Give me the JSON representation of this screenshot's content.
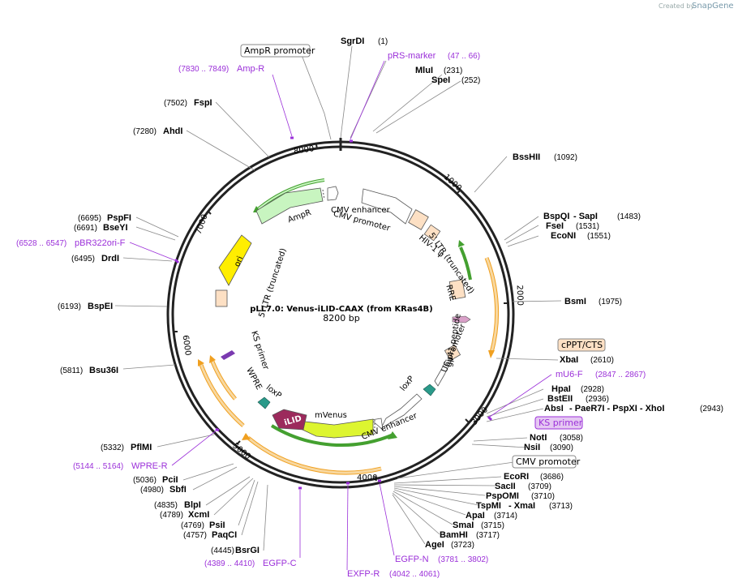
{
  "credit": {
    "prefix": "Created by",
    "brand": "SnapGene"
  },
  "plasmid": {
    "name": "pLL7.0: Venus-iLID-CAAX (from KRas4B)",
    "size": "8200 bp"
  },
  "ring_ticks": [
    "1000",
    "2000",
    "3000",
    "4000",
    "5000",
    "6000",
    "7000",
    "8000"
  ],
  "enzymes": [
    {
      "name": "SgrDI",
      "pos": "(1)"
    },
    {
      "name": "MluI",
      "pos": "(231)"
    },
    {
      "name": "SpeI",
      "pos": "(252)"
    },
    {
      "name": "BssHII",
      "pos": "(1092)"
    },
    {
      "name": "BspQI",
      "name2": " - SapI",
      "pos": "(1483)"
    },
    {
      "name": "FseI",
      "pos": "(1531)"
    },
    {
      "name": "EcoNI",
      "pos": "(1551)"
    },
    {
      "name": "BsmI",
      "pos": "(1975)"
    },
    {
      "name": "XbaI",
      "pos": "(2610)"
    },
    {
      "name": "HpaI",
      "pos": "(2928)"
    },
    {
      "name": "BstEII",
      "pos": "(2936)"
    },
    {
      "name": "AbsI",
      "name2": " - PaeR7I - PspXI - XhoI",
      "pos": "(2943)"
    },
    {
      "name": "NotI",
      "pos": "(3058)"
    },
    {
      "name": "NsiI",
      "pos": "(3090)"
    },
    {
      "name": "EcoRI",
      "pos": "(3686)"
    },
    {
      "name": "SacII",
      "pos": "(3709)"
    },
    {
      "name": "PspOMI",
      "pos": "(3710)"
    },
    {
      "name": "TspMI",
      "name2": " - XmaI",
      "pos": "(3713)"
    },
    {
      "name": "ApaI",
      "pos": "(3714)"
    },
    {
      "name": "SmaI",
      "pos": "(3715)"
    },
    {
      "name": "BamHI",
      "pos": "(3717)"
    },
    {
      "name": "AgeI",
      "pos": "(3723)"
    },
    {
      "name": "BsrGI",
      "pos": "(4445)"
    },
    {
      "name": "PaqCI",
      "pos": "(4757)"
    },
    {
      "name": "PsiI",
      "pos": "(4769)"
    },
    {
      "name": "XcmI",
      "pos": "(4789)"
    },
    {
      "name": "BlpI",
      "pos": "(4835)"
    },
    {
      "name": "SbfI",
      "pos": "(4980)"
    },
    {
      "name": "PciI",
      "pos": "(5036)"
    },
    {
      "name": "PflMI",
      "pos": "(5332)"
    },
    {
      "name": "Bsu36I",
      "pos": "(5811)"
    },
    {
      "name": "BspEI",
      "pos": "(6193)"
    },
    {
      "name": "DrdI",
      "pos": "(6495)"
    },
    {
      "name": "BseYI",
      "pos": "(6691)"
    },
    {
      "name": "PspFI",
      "pos": "(6695)"
    },
    {
      "name": "AhdI",
      "pos": "(7280)"
    },
    {
      "name": "FspI",
      "pos": "(7502)"
    }
  ],
  "primers": [
    {
      "name": "pRS-marker",
      "pos": "(47 .. 66)"
    },
    {
      "name": "Amp-R",
      "pos": "(7830 .. 7849)"
    },
    {
      "name": "pBR322ori-F",
      "pos": "(6528 .. 6547)"
    },
    {
      "name": "mU6-F",
      "pos": "(2847 .. 2867)"
    },
    {
      "name": "WPRE-R",
      "pos": "(5144 .. 5164)"
    },
    {
      "name": "EGFP-C",
      "pos": "(4389 .. 4410)"
    },
    {
      "name": "EXFP-R",
      "pos": "(4042 .. 4061)"
    },
    {
      "name": "EGFP-N",
      "pos": "(3781 .. 3802)"
    }
  ],
  "boxed_labels": {
    "amp_promoter": "AmpR promoter",
    "cppt": "cPPT/CTS",
    "ks_primer": "KS primer",
    "cmv_promoter": "CMV promoter"
  },
  "features": {
    "ampr": "AmpR",
    "ori": "ori",
    "ltr5_left": "5' LTR (truncated)",
    "cmv_enhancer_top": "CMV enhancer",
    "cmv_promoter_top": "CMV promoter",
    "hiv": "HIV-1 ψ",
    "ltr5_right": "5' LTR (truncated)",
    "rre": "RRE",
    "gp41": "gp41 peptide",
    "u6": "U6 promoter",
    "loxp_right": "loxP",
    "cmv_enhancer_bottom": "CMV enhancer",
    "mvenus": "mVenus",
    "ilid": "iLID",
    "loxp_left": "loxP",
    "wpre": "WPRE",
    "ks_primer_inner": "KS primer"
  },
  "colors": {
    "primer": "#9b30d9",
    "ampr_fill": "#c8f5c0",
    "ori_fill": "#ffee00",
    "mvenus_fill": "#ddf530",
    "ilid_fill": "#9c2a5c",
    "ltr_fill": "#fde0c4",
    "orange_arc": "#f0a020",
    "green_arc": "#44a030",
    "teal": "#2a9a8a"
  }
}
